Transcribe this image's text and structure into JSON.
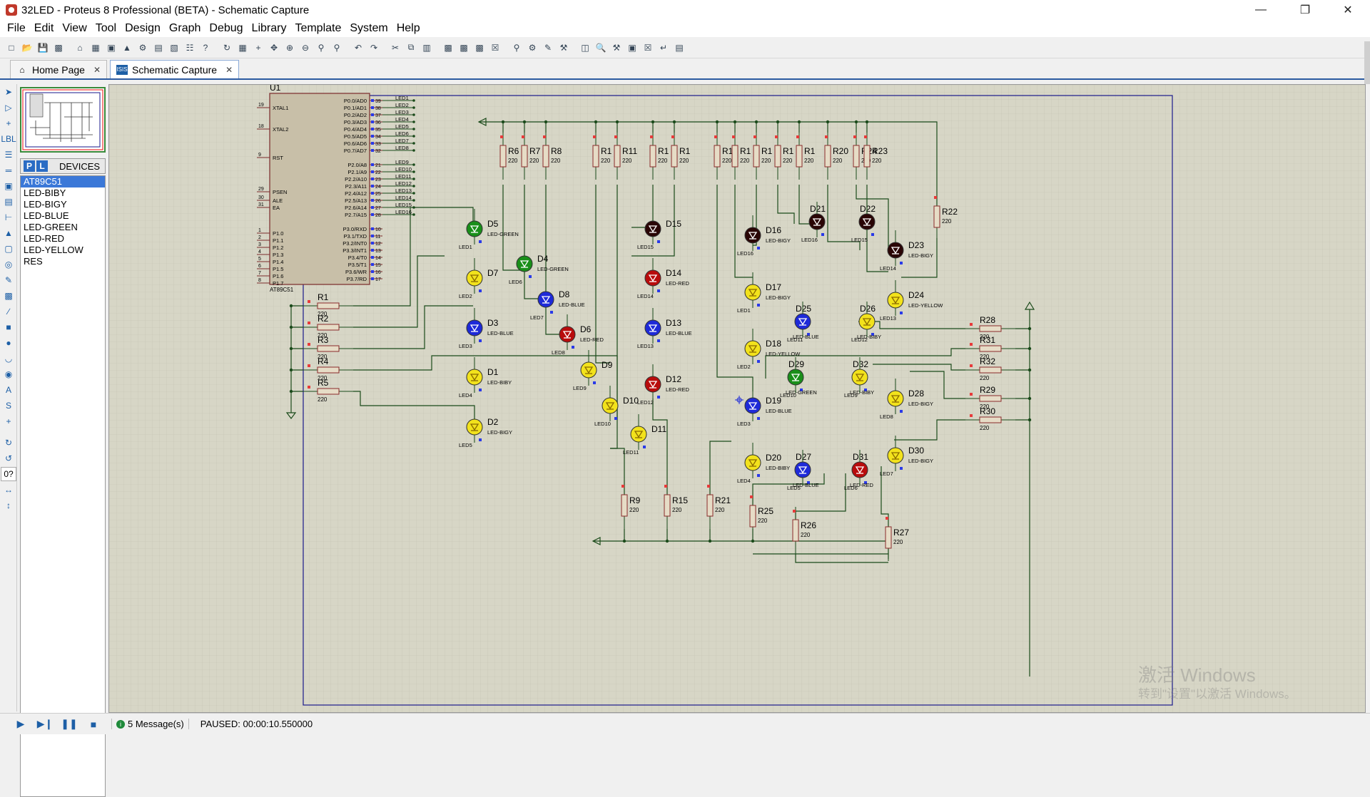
{
  "window": {
    "title": "32LED - Proteus 8 Professional (BETA) - Schematic Capture"
  },
  "menu": [
    "File",
    "Edit",
    "View",
    "Tool",
    "Design",
    "Graph",
    "Debug",
    "Library",
    "Template",
    "System",
    "Help"
  ],
  "tabs": [
    {
      "label": "Home Page"
    },
    {
      "label": "Schematic Capture"
    }
  ],
  "devices": {
    "header": "DEVICES",
    "items": [
      "AT89C51",
      "LED-BIBY",
      "LED-BIGY",
      "LED-BLUE",
      "LED-GREEN",
      "LED-RED",
      "LED-YELLOW",
      "RES"
    ],
    "selected": "AT89C51"
  },
  "schematic": {
    "mcu": {
      "ref": "U1",
      "part": "AT89C51",
      "left_pins": [
        {
          "num": "19",
          "name": "XTAL1"
        },
        {
          "num": "18",
          "name": "XTAL2"
        },
        {
          "num": "9",
          "name": "RST"
        },
        {
          "num": "29",
          "name": "PSEN"
        },
        {
          "num": "30",
          "name": "ALE"
        },
        {
          "num": "31",
          "name": "EA"
        },
        {
          "num": "1",
          "name": "P1.0"
        },
        {
          "num": "2",
          "name": "P1.1"
        },
        {
          "num": "3",
          "name": "P1.2"
        },
        {
          "num": "4",
          "name": "P1.3"
        },
        {
          "num": "5",
          "name": "P1.4"
        },
        {
          "num": "6",
          "name": "P1.5"
        },
        {
          "num": "7",
          "name": "P1.6"
        },
        {
          "num": "8",
          "name": "P1.7"
        }
      ],
      "p0_pins": [
        {
          "num": "39",
          "name": "P0.0/AD0",
          "net": "LED1"
        },
        {
          "num": "38",
          "name": "P0.1/AD1",
          "net": "LED2"
        },
        {
          "num": "37",
          "name": "P0.2/AD2",
          "net": "LED3"
        },
        {
          "num": "36",
          "name": "P0.3/AD3",
          "net": "LED4"
        },
        {
          "num": "35",
          "name": "P0.4/AD4",
          "net": "LED5"
        },
        {
          "num": "34",
          "name": "P0.5/AD5",
          "net": "LED6"
        },
        {
          "num": "33",
          "name": "P0.6/AD6",
          "net": "LED7"
        },
        {
          "num": "32",
          "name": "P0.7/AD7",
          "net": "LED8"
        }
      ],
      "p2_pins": [
        {
          "num": "21",
          "name": "P2.0/A8",
          "net": "LED9"
        },
        {
          "num": "22",
          "name": "P2.1/A9",
          "net": "LED10"
        },
        {
          "num": "23",
          "name": "P2.2/A10",
          "net": "LED11"
        },
        {
          "num": "24",
          "name": "P2.3/A11",
          "net": "LED12"
        },
        {
          "num": "25",
          "name": "P2.4/A12",
          "net": "LED13"
        },
        {
          "num": "26",
          "name": "P2.5/A13",
          "net": "LED14"
        },
        {
          "num": "27",
          "name": "P2.6/A14",
          "net": "LED15"
        },
        {
          "num": "28",
          "name": "P2.7/A15",
          "net": "LED16"
        }
      ],
      "p3_pins": [
        {
          "num": "10",
          "name": "P3.0/RXD"
        },
        {
          "num": "11",
          "name": "P3.1/TXD"
        },
        {
          "num": "12",
          "name": "P3.2/INT0"
        },
        {
          "num": "13",
          "name": "P3.3/INT1"
        },
        {
          "num": "14",
          "name": "P3.4/T0"
        },
        {
          "num": "15",
          "name": "P3.5/T1"
        },
        {
          "num": "16",
          "name": "P3.6/WR"
        },
        {
          "num": "17",
          "name": "P3.7/RD"
        }
      ]
    },
    "resistor_value": "220",
    "left_resistors": [
      "R1",
      "R2",
      "R3",
      "R4",
      "R5"
    ],
    "top_resistors": [
      "R6",
      "R7",
      "R8",
      "R1",
      "R11",
      "R1",
      "R1",
      "R14",
      "R1",
      "R1",
      "R1",
      "R1",
      "R20",
      "R24",
      "R23"
    ],
    "r22": "R22",
    "right_resistors": [
      "R28",
      "R31",
      "R32",
      "R29",
      "R30"
    ],
    "bottom_resistors": [
      "R9",
      "R15",
      "R21",
      "R25",
      "R26",
      "R27"
    ],
    "leds": [
      {
        "ref": "D5",
        "type": "LED-GREEN",
        "net": "LED1"
      },
      {
        "ref": "D7",
        "type": "",
        "net": "LED2"
      },
      {
        "ref": "D3",
        "type": "LED-BLUE",
        "net": "LED3"
      },
      {
        "ref": "D1",
        "type": "LED-BIBY",
        "net": "LED4"
      },
      {
        "ref": "D2",
        "type": "LED-BIGY",
        "net": "LED5"
      },
      {
        "ref": "D4",
        "type": "LED-GREEN",
        "net": "LED6"
      },
      {
        "ref": "D8",
        "type": "LED-BLUE",
        "net": "LED7"
      },
      {
        "ref": "D6",
        "type": "LED-RED",
        "net": "LED8"
      },
      {
        "ref": "D9",
        "type": "",
        "net": "LED9"
      },
      {
        "ref": "D10",
        "type": "",
        "net": "LED10"
      },
      {
        "ref": "D11",
        "type": "",
        "net": "LED11"
      },
      {
        "ref": "D15",
        "type": "",
        "net": "LED15"
      },
      {
        "ref": "D14",
        "type": "LED-RED",
        "net": "LED14"
      },
      {
        "ref": "D13",
        "type": "LED-BLUE",
        "net": "LED13"
      },
      {
        "ref": "D12",
        "type": "LED-RED",
        "net": "LED12"
      },
      {
        "ref": "D16",
        "type": "LED-BIGY",
        "net": "LED16"
      },
      {
        "ref": "D17",
        "type": "LED-BIGY",
        "net": "LED1"
      },
      {
        "ref": "D18",
        "type": "LED-YELLOW",
        "net": "LED2"
      },
      {
        "ref": "D19",
        "type": "LED-BLUE",
        "net": "LED3"
      },
      {
        "ref": "D20",
        "type": "LED-BIBY",
        "net": "LED4"
      },
      {
        "ref": "D21",
        "type": "",
        "net": "LED16"
      },
      {
        "ref": "D22",
        "type": "",
        "net": "LED15"
      },
      {
        "ref": "D23",
        "type": "LED-BIGY",
        "net": "LED14"
      },
      {
        "ref": "D24",
        "type": "LED-YELLOW",
        "net": "LED13"
      },
      {
        "ref": "D25",
        "type": "LED-BLUE",
        "net": "LED11"
      },
      {
        "ref": "D26",
        "type": "LED-BIBY",
        "net": "LED12"
      },
      {
        "ref": "D29",
        "type": "LED-GREEN",
        "net": "LED10"
      },
      {
        "ref": "D32",
        "type": "LED-BIBY",
        "net": "LED9"
      },
      {
        "ref": "D28",
        "type": "LED-BIGY",
        "net": "LED8"
      },
      {
        "ref": "D30",
        "type": "LED-BIGY",
        "net": "LED7"
      },
      {
        "ref": "D27",
        "type": "LED-BLUE",
        "net": "LED5"
      },
      {
        "ref": "D31",
        "type": "LED-RED",
        "net": "LED6"
      }
    ]
  },
  "status": {
    "messages": "5 Message(s)",
    "state": "PAUSED: 00:00:10.550000"
  },
  "watermark": {
    "line1": "激活 Windows",
    "line2": "转到\"设置\"以激活 Windows。"
  },
  "colors": {
    "canvas": "#d7d6c6",
    "green": "#1a8f1a",
    "yellow": "#f2e21c",
    "blue": "#1e2ad8",
    "red": "#b80c0c",
    "dark": "#2a0505",
    "wire": "#1a4a1a",
    "sheet_border": "#1a1a8c"
  }
}
